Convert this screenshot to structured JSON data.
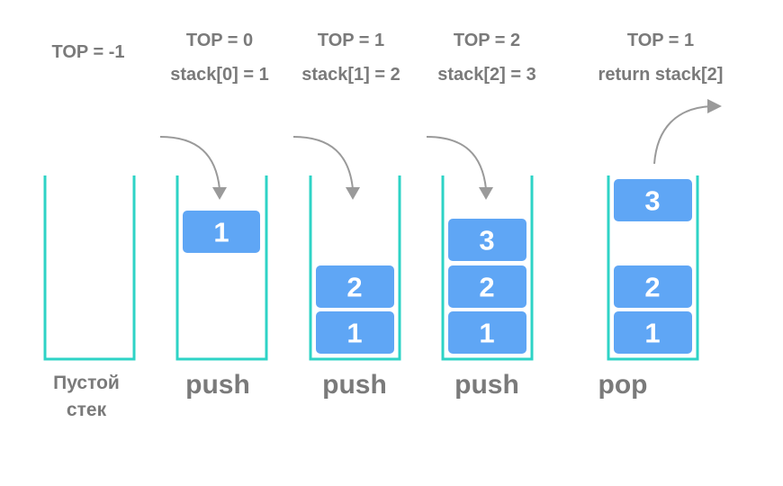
{
  "columns": [
    {
      "header": [
        "TOP = -1"
      ],
      "label": [
        "Пустой",
        "стек"
      ],
      "boxes": [],
      "arrow": "none"
    },
    {
      "header": [
        "TOP = 0",
        "stack[0] = 1"
      ],
      "label": [
        "push"
      ],
      "boxes": [
        "1"
      ],
      "arrow": "in"
    },
    {
      "header": [
        "TOP = 1",
        "stack[1] = 2"
      ],
      "label": [
        "push"
      ],
      "boxes": [
        "1",
        "2"
      ],
      "arrow": "in"
    },
    {
      "header": [
        "TOP = 2",
        "stack[2] = 3"
      ],
      "label": [
        "push"
      ],
      "boxes": [
        "1",
        "2",
        "3"
      ],
      "arrow": "in"
    },
    {
      "header": [
        "TOP = 1",
        "return stack[2]"
      ],
      "label": [
        "pop"
      ],
      "boxes": [
        "1",
        "2"
      ],
      "popped": "3",
      "arrow": "out"
    }
  ],
  "colors": {
    "container": "#2ed3c6",
    "box": "#5fa6f5",
    "text": "#7a7a7a",
    "arrow": "#9a9a9a"
  }
}
